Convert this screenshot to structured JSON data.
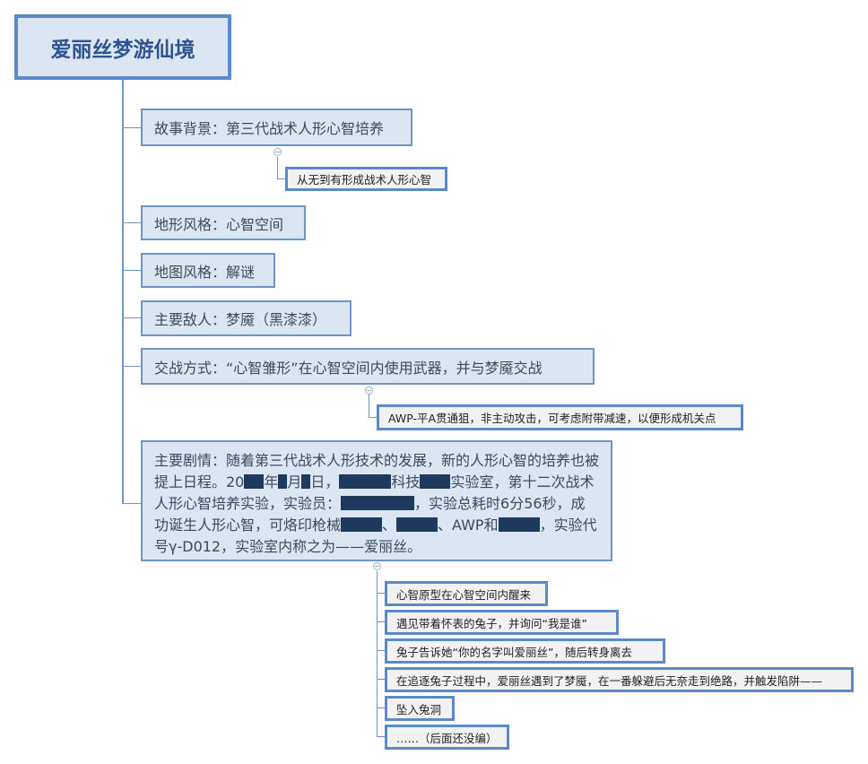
{
  "root": {
    "title": "爱丽丝梦游仙境"
  },
  "branches": [
    {
      "label": "故事背景：第三代战术人形心智培养",
      "children": [
        "从无到有形成战术人形心智"
      ]
    },
    {
      "label": "地形风格：心智空间"
    },
    {
      "label": "地图风格：解谜"
    },
    {
      "label": "主要敌人：梦魇（黑漆漆）"
    },
    {
      "label": "交战方式：“心智雏形”在心智空间内使用武器，并与梦魇交战",
      "children": [
        "AWP-平A贯通狙，非主动攻击，可考虑附带减速，以便形成机关点"
      ]
    },
    {
      "label": "主要剧情",
      "text": {
        "p1": "主要剧情：随着第三代战术人形技术的发展，新的人形心智的培养也被提上日程。20",
        "p2": "年",
        "p3": "月",
        "p4": "日，",
        "p5": "科技",
        "p6": "实验室，第十二次战术人形心智培养实验，实验员：",
        "p7": "，实验总耗时6分56秒，成功诞生人形心智，可烙印枪械",
        "p8": "、",
        "p9": "、AWP和",
        "p10": "，实验代号γ-D012，实验室内称之为——爱丽丝。"
      },
      "children": [
        "心智原型在心智空间内醒来",
        "遇见带着怀表的兔子，并询问“我是谁”",
        "兔子告诉她“你的名字叫爱丽丝”，随后转身离去",
        "在追逐兔子过程中，爱丽丝遇到了梦魇，在一番躲避后无奈走到绝路，并触发陷阱——",
        "坠入兔洞",
        "……（后面还没编）"
      ]
    }
  ],
  "colors": {
    "node_fill": "#dce6f2",
    "node_border": "#5b8acb",
    "root_text": "#2e5591",
    "redaction": "#1e3a5f"
  }
}
